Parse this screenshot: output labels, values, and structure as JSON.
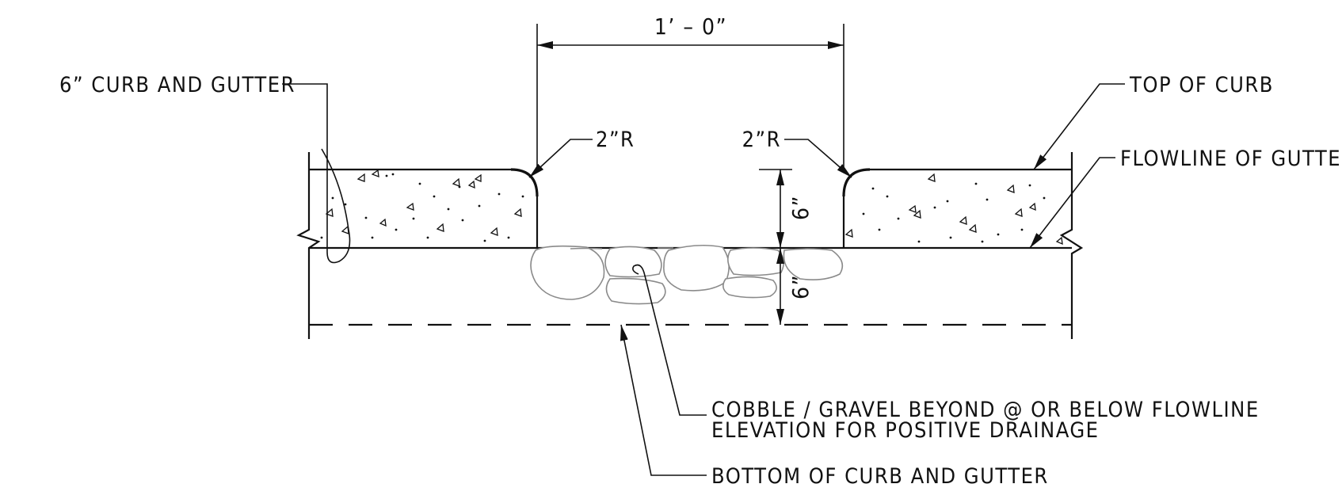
{
  "labels": {
    "curb_and_gutter": "6” CURB AND GUTTER",
    "top_of_curb": "TOP OF CURB",
    "flowline": "FLOWLINE OF GUTTER",
    "cobble_line1": "COBBLE / GRAVEL BEYOND @ OR BELOW FLOWLINE",
    "cobble_line2": "ELEVATION FOR POSITIVE DRAINAGE",
    "bottom_of_curb": "BOTTOM OF CURB AND GUTTER"
  },
  "dimensions": {
    "width": "1’ – 0”",
    "radius_left": "2”R",
    "radius_right": "2”R",
    "depth_upper": "6”",
    "depth_lower": "6”"
  }
}
